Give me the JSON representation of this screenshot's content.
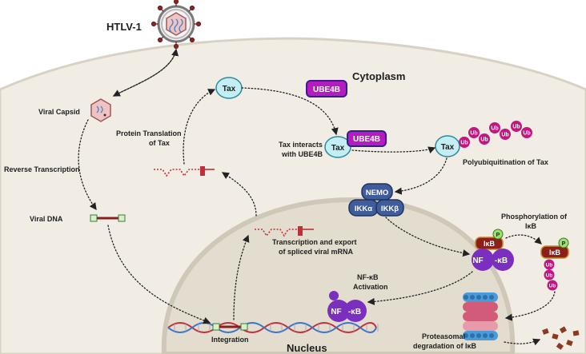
{
  "labels": {
    "virus": "HTLV-1",
    "cytoplasm": "Cytoplasm",
    "nucleus": "Nucleus",
    "viral_capsid": "Viral Capsid",
    "protein_translation_1": "Protein Translation",
    "protein_translation_2": "of Tax",
    "reverse_transcription": "Reverse Transcription",
    "viral_dna": "Viral DNA",
    "tax_interacts_1": "Tax interacts",
    "tax_interacts_2": "with UBE4B",
    "polyubiquitination": "Polyubiquitination of Tax",
    "phosphorylation_1": "Phosphorylation of",
    "phosphorylation_2": "IκB",
    "transcription_1": "Transcription and export",
    "transcription_2": "of spliced viral mRNA",
    "nfkb_activation_1": "NF-κB",
    "nfkb_activation_2": "Activation",
    "integration": "Integration",
    "proteasomal_1": "Proteasomal",
    "proteasomal_2": "degradation of IκB"
  },
  "molecules": {
    "tax": "Tax",
    "ube4b": "UBE4B",
    "ub": "Ub",
    "nemo": "NEMO",
    "ikka": "IKKα",
    "ikkb": "IKKβ",
    "ikb": "IκB",
    "p": "P",
    "nf": "NF",
    "kb": "-κB"
  },
  "colors": {
    "cell": "#f1ede5",
    "nucleus": "#e4dfd1",
    "tax": "#c4eef4",
    "ube4b": "#b51cbf",
    "ub": "#c0187f",
    "ikk": "#3f5d9a",
    "nfkb": "#7b2fbe",
    "ikb": "#8b1f1a",
    "phospho": "#9de06a",
    "dna_red": "#c0303a",
    "dna_blue": "#3b74c4"
  }
}
